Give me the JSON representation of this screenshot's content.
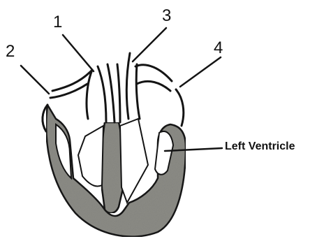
{
  "labels": {
    "l1": "1",
    "l2": "2",
    "l3": "3",
    "l4": "4",
    "left_ventricle": "Left Ventricle"
  },
  "colors": {
    "muscle_fill": "#8c8c86",
    "outline": "#141414",
    "background": "#ffffff"
  }
}
